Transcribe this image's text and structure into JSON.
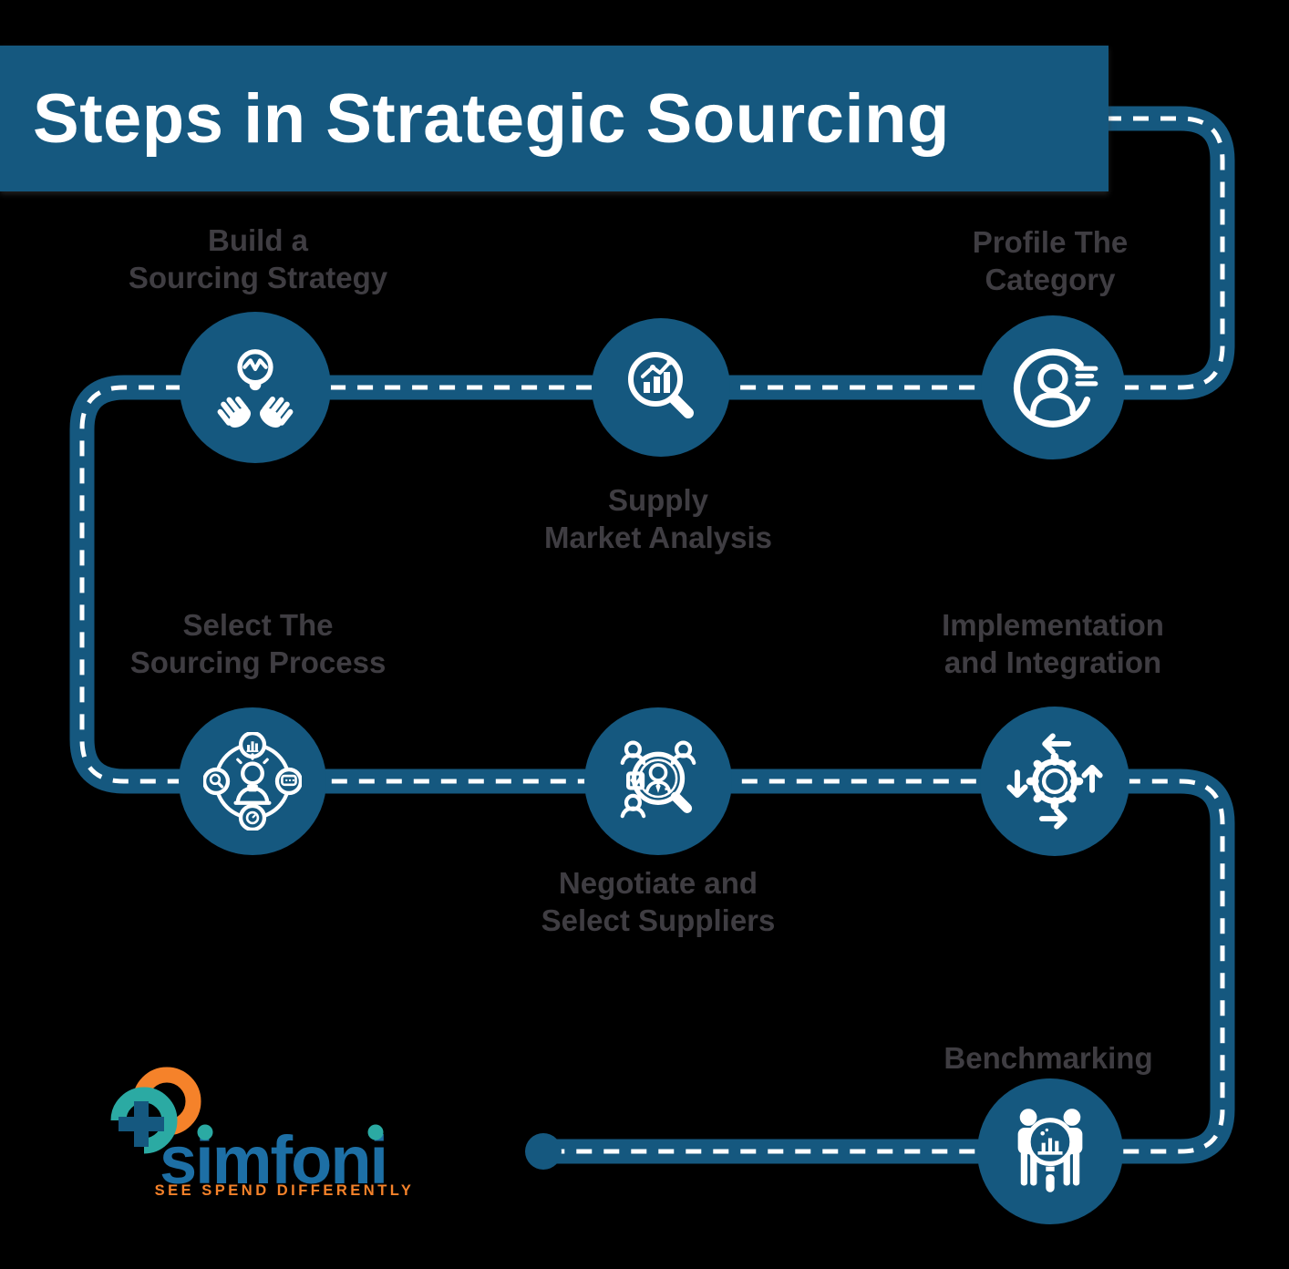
{
  "title": {
    "text": "Steps in Strategic Sourcing"
  },
  "colors": {
    "banner": "#15587F",
    "road": "#15587F",
    "road_dash": "#FFFFFF",
    "node_fill": "#15587F",
    "icon": "#FFFFFF",
    "label_text": "#3F3D42",
    "background": "#000000",
    "logo_orange": "#F5822A",
    "logo_teal": "#2BAAA3",
    "logo_blue": "#1D6FA5"
  },
  "steps": [
    {
      "id": 1,
      "icon": "hands-lightbulb-icon",
      "label_lines": [
        "Build a",
        "Sourcing Strategy"
      ]
    },
    {
      "id": 2,
      "icon": "market-analysis-magnifier-icon",
      "label_lines": [
        "Supply",
        "Market Analysis"
      ]
    },
    {
      "id": 3,
      "icon": "profile-person-icon",
      "label_lines": [
        "Profile The",
        "Category"
      ]
    },
    {
      "id": 4,
      "icon": "sourcing-process-loop-icon",
      "label_lines": [
        "Select The",
        "Sourcing Process"
      ]
    },
    {
      "id": 5,
      "icon": "select-suppliers-magnifier-icon",
      "label_lines": [
        "Negotiate and",
        "Select Suppliers"
      ]
    },
    {
      "id": 6,
      "icon": "gear-arrows-icon",
      "label_lines": [
        "Implementation",
        "and Integration"
      ]
    },
    {
      "id": 7,
      "icon": "benchmarking-people-icon",
      "label_lines": [
        "Benchmarking"
      ]
    }
  ],
  "logo": {
    "brand": "simfoni",
    "tagline": "SEE SPEND DIFFERENTLY"
  }
}
